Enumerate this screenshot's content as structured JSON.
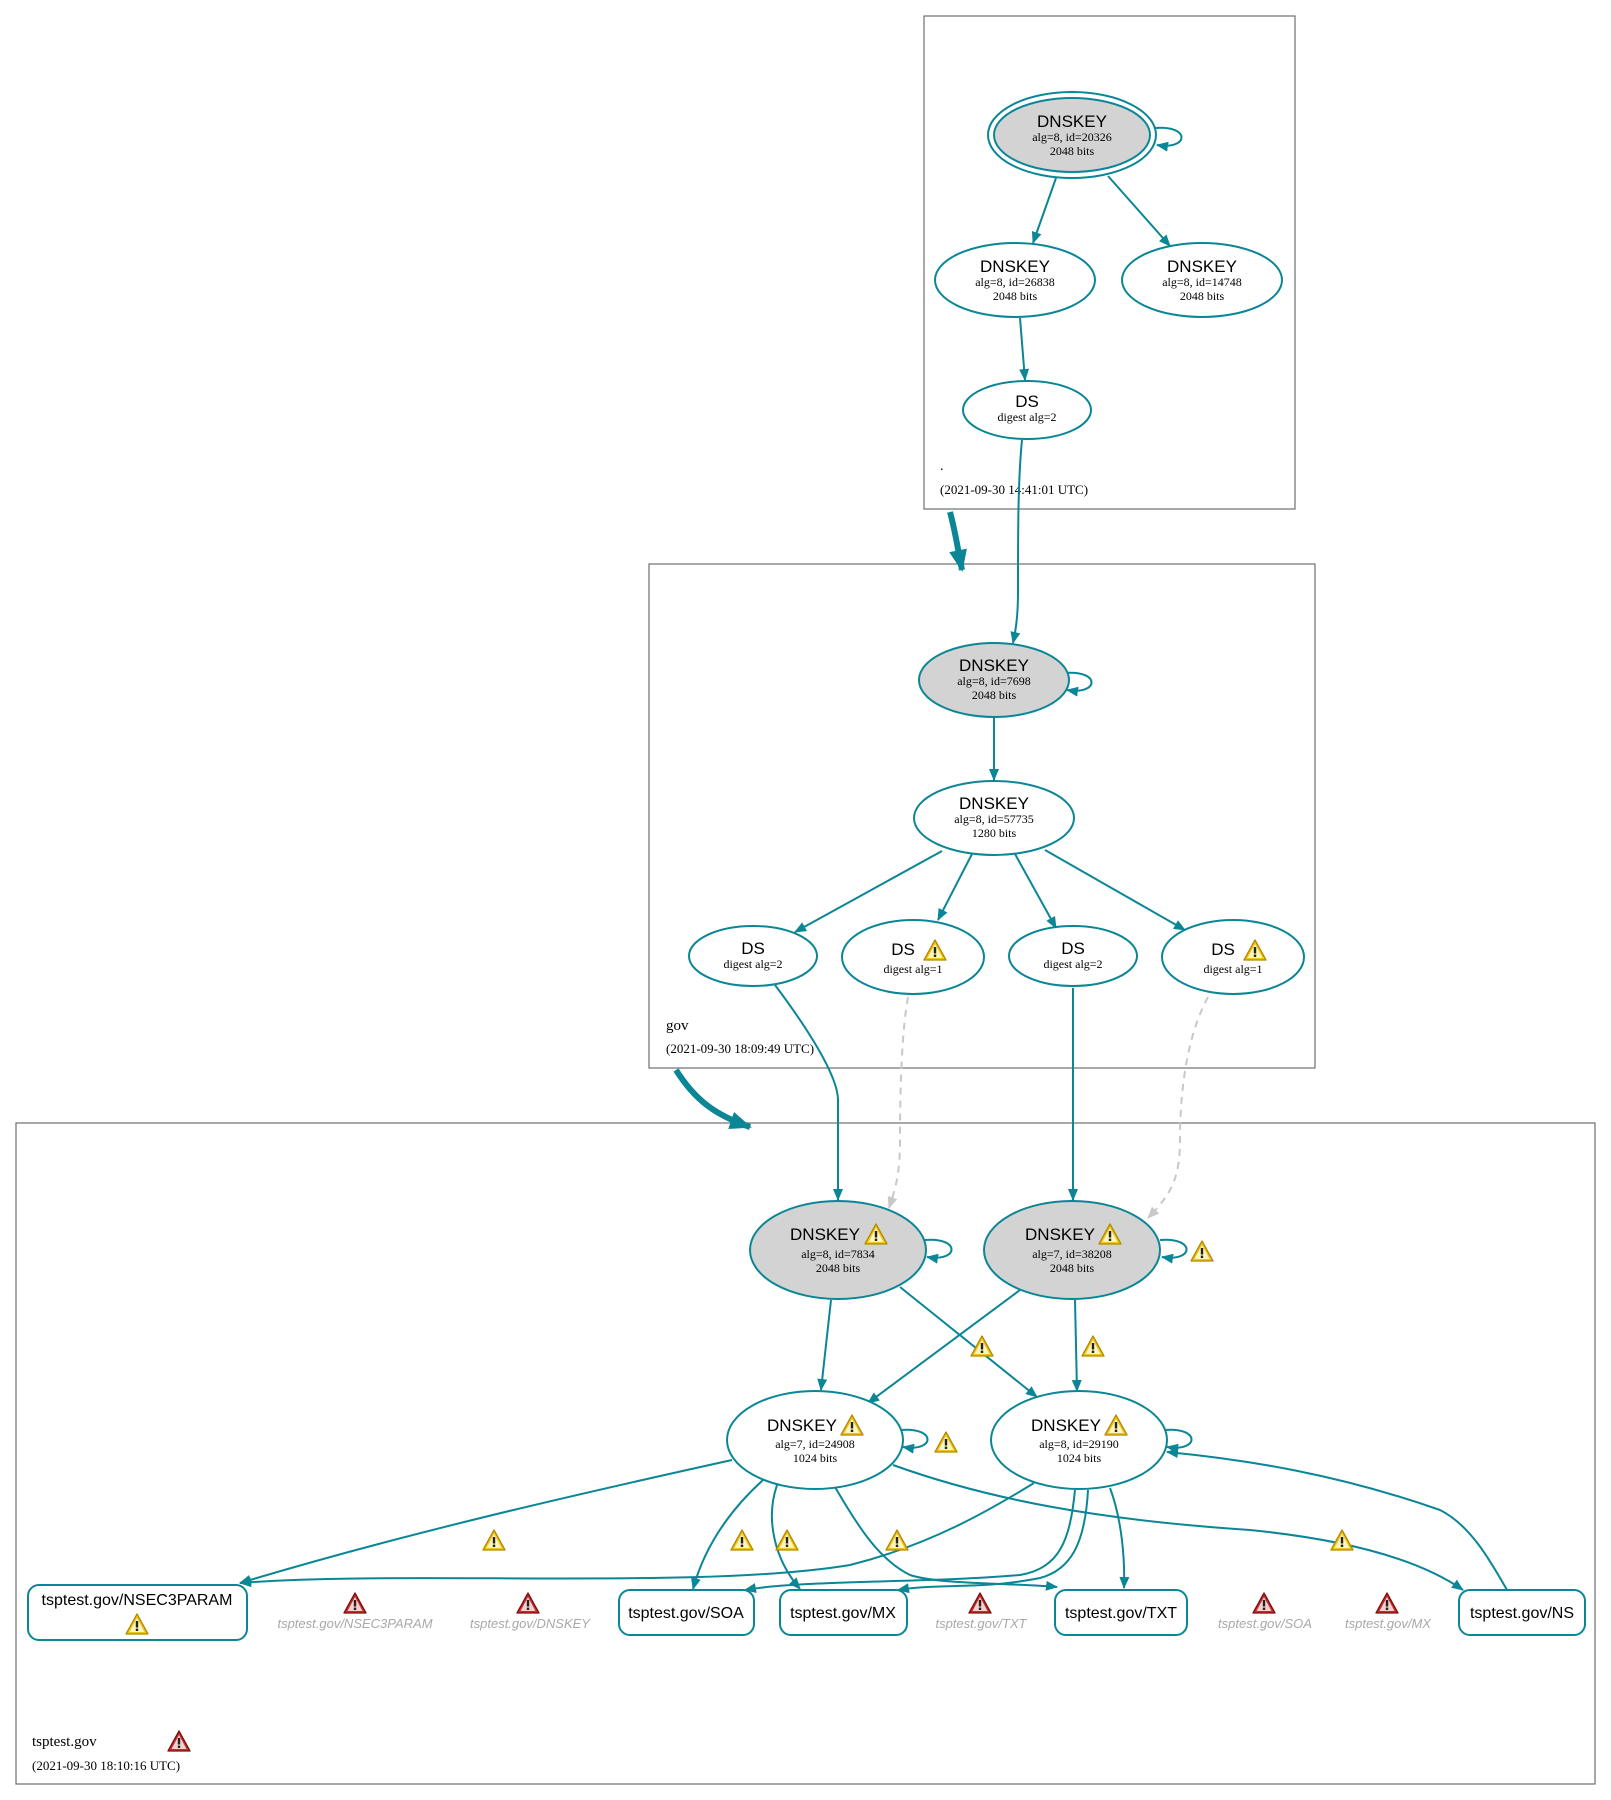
{
  "colors": {
    "edge": "#0a8696",
    "dashed": "#c8c8c8",
    "zone_border": "#6e6e6e",
    "ksk_fill": "#d3d3d3",
    "ghost_text": "#a8a8a8",
    "warn_yellow": "#f2c418",
    "warn_red": "#cc2a2a"
  },
  "zones": [
    {
      "id": "root",
      "name": ".",
      "timestamp": "(2021-09-30 14:41:01 UTC)"
    },
    {
      "id": "gov",
      "name": "gov",
      "timestamp": "(2021-09-30 18:09:49 UTC)"
    },
    {
      "id": "tsptest",
      "name": "tsptest.gov",
      "timestamp": "(2021-09-30 18:10:16 UTC)"
    }
  ],
  "nodes": {
    "root_ksk": {
      "title": "DNSKEY",
      "line1": "alg=8, id=20326",
      "line2": "2048 bits"
    },
    "root_zsk1": {
      "title": "DNSKEY",
      "line1": "alg=8, id=26838",
      "line2": "2048 bits"
    },
    "root_zsk2": {
      "title": "DNSKEY",
      "line1": "alg=8, id=14748",
      "line2": "2048 bits"
    },
    "root_ds": {
      "title": "DS",
      "line1": "digest alg=2"
    },
    "gov_ksk": {
      "title": "DNSKEY",
      "line1": "alg=8, id=7698",
      "line2": "2048 bits"
    },
    "gov_zsk": {
      "title": "DNSKEY",
      "line1": "alg=8, id=57735",
      "line2": "1280 bits"
    },
    "gov_ds1": {
      "title": "DS",
      "line1": "digest alg=2"
    },
    "gov_ds2": {
      "title": "DS",
      "line1": "digest alg=1"
    },
    "gov_ds3": {
      "title": "DS",
      "line1": "digest alg=2"
    },
    "gov_ds4": {
      "title": "DS",
      "line1": "digest alg=1"
    },
    "ts_ksk1": {
      "title": "DNSKEY",
      "line1": "alg=8, id=7834",
      "line2": "2048 bits"
    },
    "ts_ksk2": {
      "title": "DNSKEY",
      "line1": "alg=7, id=38208",
      "line2": "2048 bits"
    },
    "ts_zsk1": {
      "title": "DNSKEY",
      "line1": "alg=7, id=24908",
      "line2": "1024 bits"
    },
    "ts_zsk2": {
      "title": "DNSKEY",
      "line1": "alg=8, id=29190",
      "line2": "1024 bits"
    }
  },
  "rrsets": {
    "nsec3param": "tsptest.gov/NSEC3PARAM",
    "soa": "tsptest.gov/SOA",
    "mx": "tsptest.gov/MX",
    "txt": "tsptest.gov/TXT",
    "ns": "tsptest.gov/NS"
  },
  "missing": {
    "nsec3param": "tsptest.gov/NSEC3PARAM",
    "dnskey": "tsptest.gov/DNSKEY",
    "txt": "tsptest.gov/TXT",
    "soa": "tsptest.gov/SOA",
    "mx": "tsptest.gov/MX"
  }
}
